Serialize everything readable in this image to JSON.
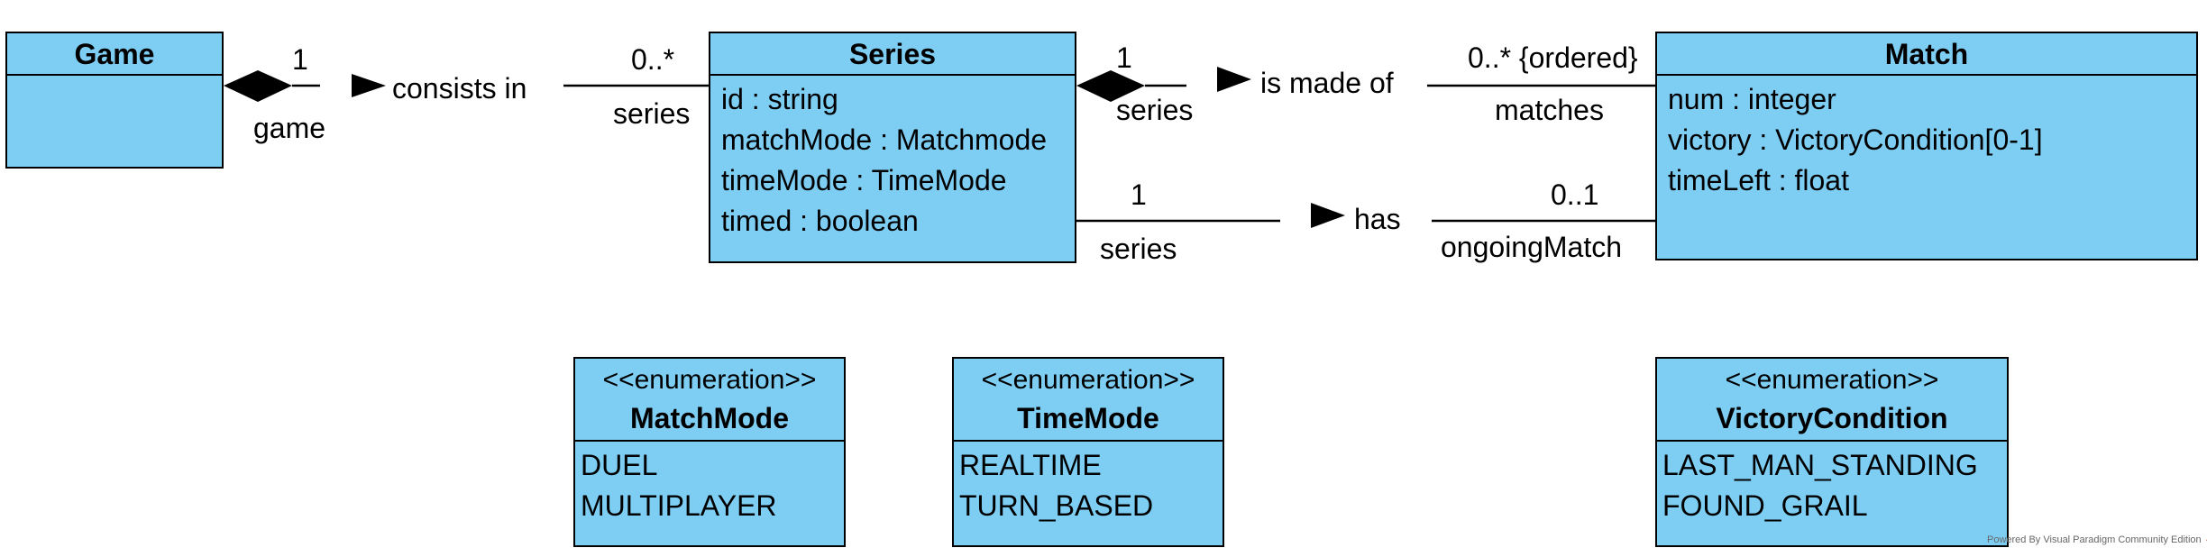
{
  "classes": {
    "game": {
      "name": "Game"
    },
    "series": {
      "name": "Series",
      "attributes": [
        "id : string",
        "matchMode : Matchmode",
        "timeMode : TimeMode",
        "timed : boolean"
      ]
    },
    "match": {
      "name": "Match",
      "attributes": [
        "num : integer",
        "victory : VictoryCondition[0-1]",
        "timeLeft : float"
      ]
    },
    "matchmode": {
      "stereotype": "<<enumeration>>",
      "name": "MatchMode",
      "literals": [
        "DUEL",
        "MULTIPLAYER"
      ]
    },
    "timemode": {
      "stereotype": "<<enumeration>>",
      "name": "TimeMode",
      "literals": [
        "REALTIME",
        "TURN_BASED"
      ]
    },
    "victorycondition": {
      "stereotype": "<<enumeration>>",
      "name": "VictoryCondition",
      "literals": [
        "LAST_MAN_STANDING",
        "FOUND_GRAIL"
      ]
    }
  },
  "associations": {
    "game_series": {
      "name": "consists in",
      "source_multiplicity": "1",
      "source_role": "game",
      "target_multiplicity": "0..*",
      "target_role": "series"
    },
    "series_match": {
      "name": "is made of",
      "source_multiplicity": "1",
      "source_role": "series",
      "target_multiplicity": "0..* {ordered}",
      "target_role": "matches"
    },
    "series_ongoing": {
      "name": "has",
      "source_multiplicity": "1",
      "source_role": "series",
      "target_multiplicity": "0..1",
      "target_role": "ongoingMatch"
    }
  },
  "watermark": "Powered By Visual Paradigm Community Edition"
}
